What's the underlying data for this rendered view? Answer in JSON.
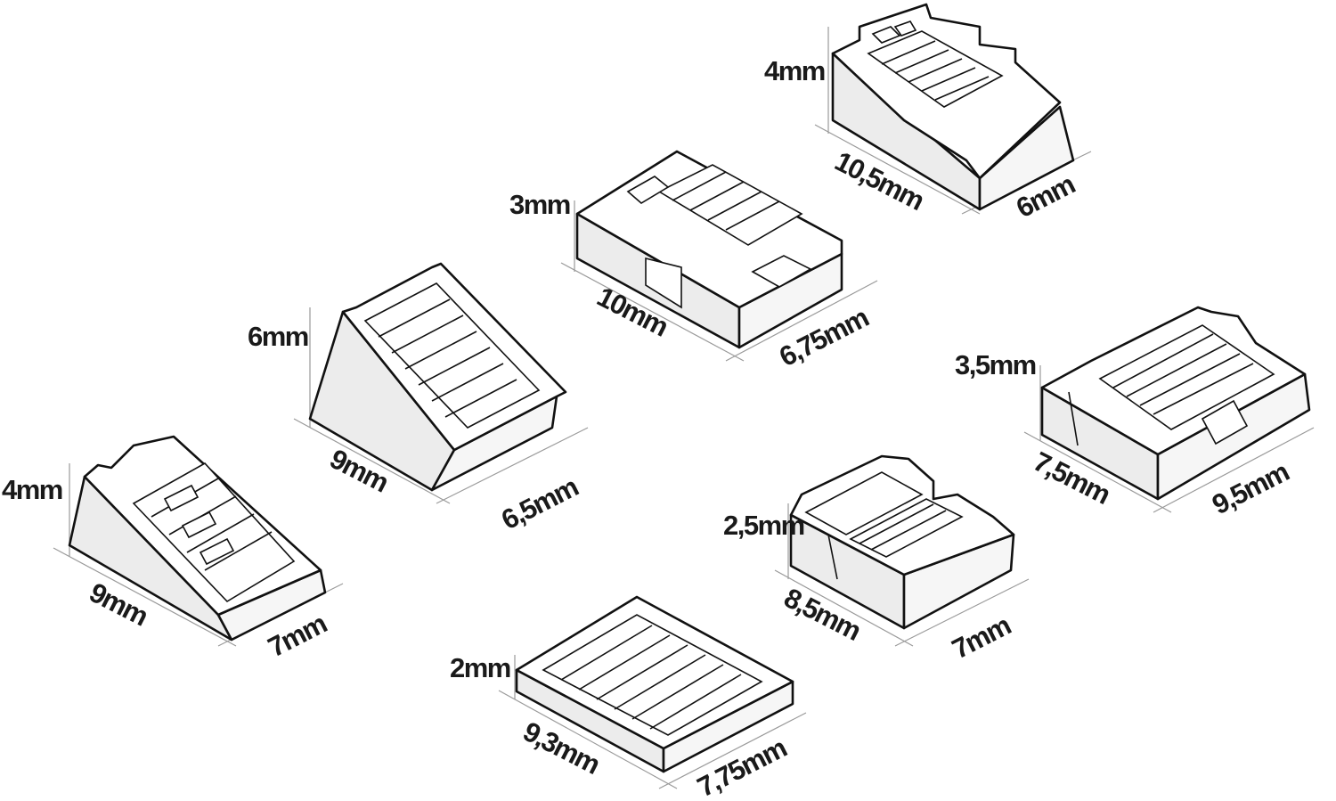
{
  "items": [
    {
      "id": "part-1",
      "height": "4mm",
      "length": "10,5mm",
      "width": "6mm"
    },
    {
      "id": "part-2",
      "height": "3mm",
      "length": "10mm",
      "width": "6,75mm"
    },
    {
      "id": "part-3",
      "height": "6mm",
      "length": "9mm",
      "width": "6,5mm"
    },
    {
      "id": "part-4",
      "height": "3,5mm",
      "length": "7,5mm",
      "width": "9,5mm"
    },
    {
      "id": "part-5",
      "height": "4mm",
      "length": "9mm",
      "width": "7mm"
    },
    {
      "id": "part-6",
      "height": "2,5mm",
      "length": "8,5mm",
      "width": "7mm"
    },
    {
      "id": "part-7",
      "height": "2mm",
      "length": "9,3mm",
      "width": "7,75mm"
    }
  ]
}
